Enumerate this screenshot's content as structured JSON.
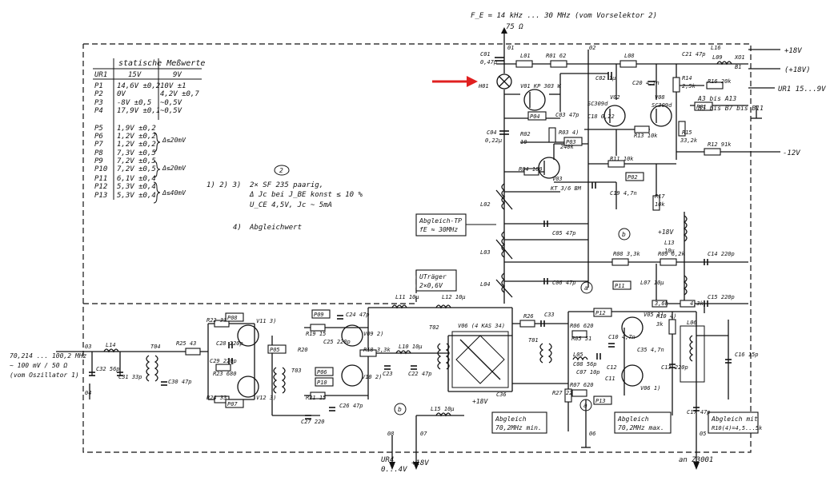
{
  "top_input": {
    "line1": "F_E = 14 kHz ... 30 MHz (vom Vorselektor 2)",
    "line2": "75 Ω"
  },
  "measure_table": {
    "title": "statische Meßwerte",
    "headers": [
      "UR1",
      "15V",
      "9V"
    ],
    "rows": [
      [
        "P1",
        "14,6V ±0,2",
        "10V ±1"
      ],
      [
        "P2",
        "0V",
        "4,2V ±0,7"
      ],
      [
        "P3",
        "-8V ±0,5",
        "~0,5V"
      ],
      [
        "P4",
        "17,9V ±0,1",
        "~0,5V"
      ],
      [
        "P5",
        "1,9V ±0,2",
        ""
      ],
      [
        "P6",
        "1,2V ±0,2",
        ""
      ],
      [
        "P7",
        "1,2V ±0,2",
        ""
      ],
      [
        "P8",
        "7,3V ±0,5",
        ""
      ],
      [
        "P9",
        "7,2V ±0,5",
        ""
      ],
      [
        "P10",
        "7,2V ±0,5",
        ""
      ],
      [
        "P11",
        "6,1V ±0,4",
        ""
      ],
      [
        "P12",
        "5,3V ±0,4",
        ""
      ],
      [
        "P13",
        "5,3V ±0,4",
        ""
      ]
    ],
    "brace1": "Δ≤20mV",
    "brace2": "Δ≤20mV",
    "brace3": "Δ≤40mV"
  },
  "notes": {
    "marker": "2",
    "refs": "1) 2) 3)",
    "line1": "2× SF 235 paarig,",
    "line2": "Δ Jc bei J_BE konst ≤ 10 %",
    "line3": "U_CE 4,5V, Jc ~ 5mA",
    "note4_ref": "4)",
    "note4": "Abgleichwert"
  },
  "right_io": [
    {
      "label": "+18V"
    },
    {
      "label": "(+18V)"
    },
    {
      "label": "UR1 15...9V"
    },
    {
      "label": "A3 bis A13"
    },
    {
      "label": "B3 bis B7 bis B11"
    },
    {
      "label": "-12V"
    }
  ],
  "left_input": {
    "line1": "70,214 ... 100,2 MHz",
    "line2": "~ 100 mV / 50 Ω",
    "line3": "(vom Oszillator 1)"
  },
  "bottom_io": [
    {
      "label": "UR4"
    },
    {
      "label": "0...4V"
    },
    {
      "label": "+18V"
    },
    {
      "label": "an Z3001"
    }
  ],
  "boxes": {
    "abgleich_tp": "Abgleich-TP",
    "abgleich_tp_f": "fE ≈ 30MHz",
    "utraeger": "UTräger",
    "utraeger_v": "2×0,6V",
    "abgleich_min": "Abgleich",
    "abgleich_min_f": "70,2MHz min.",
    "abgleich_max": "Abgleich",
    "abgleich_max_f": "70,2MHz max.",
    "abgleich_mit": "Abgleich mit",
    "abgleich_mit_f": "R10(4)=4,5...5k"
  },
  "test_points": [
    "P01",
    "P02",
    "P03",
    "P04",
    "P05",
    "P06",
    "P07",
    "P08",
    "P09",
    "P10",
    "P11",
    "P12",
    "P13"
  ],
  "components": {
    "C01": "C01",
    "C01v": "0,47μ",
    "L01": "L01",
    "R01": "R01 62",
    "H01": "H01",
    "V01": "V01 KP 303 W",
    "C02": "C02 1μ",
    "C03": "C03 47p",
    "C04": "C04",
    "C04v": "0,22μ",
    "R02": "R02",
    "R02v": "10",
    "R03": "R03 4)",
    "R03v": "240k",
    "V02": "V02",
    "V02v": "SC309d",
    "C18": "C18 0,22",
    "L08": "L08",
    "C20": "C20 4,7n",
    "R14": "R14",
    "R14v": "2,5k",
    "V08": "V08",
    "V08v": "SC309d",
    "R13": "R13 10k",
    "R15": "R15",
    "R15v": "33,2k",
    "C21": "C21 47p",
    "L09": "L09",
    "L16": "L16",
    "R16": "R16 20k",
    "XO1": "XO1",
    "B1": "B1",
    "R12": "R12 91k",
    "R04": "R04 100",
    "V03": "V03",
    "V03v": "KT 3/6 BM",
    "R11": "R11 10k",
    "C19": "C19 4,7n",
    "R17": "R17",
    "R17v": "10k",
    "L02": "L02",
    "L03": "L03",
    "L04": "L04",
    "C05": "C05 47p",
    "C06": "C06 47p",
    "R08": "R08 3,3k",
    "R09": "R09 6,2k",
    "L13": "L13",
    "L13v": "10μ",
    "C14": "C14 220p",
    "L07": "L07 10μ",
    "R07": "3,6k",
    "R06": "4,3k",
    "C15": "C15 220p",
    "L11": "L11 10μ",
    "L12": "L12 10μ",
    "C24": "C24 47p",
    "V09": "V09 2)",
    "R19": "R19 15",
    "C25": "C25 220p",
    "R18": "R18 3,3k",
    "L10": "L10 10μ",
    "C23": "C23",
    "C22": "C22 47p",
    "T02": "T02",
    "V06": "V06 (4 KAS 34)",
    "R26": "R26",
    "C33": "C33",
    "T01": "T01",
    "C36": "C36",
    "R22": "R22 33",
    "V11": "V11 3)",
    "R25": "R25 43",
    "C28": "C28 220p",
    "C29": "C29 220p",
    "R23": "R23 680",
    "V12": "V12 3)",
    "R24": "R24 33",
    "R20": "R20",
    "R21": "R21 15",
    "V10": "V10 2)",
    "C26": "C26 47p",
    "C27": "C27 220",
    "T03": "T03",
    "T04": "T04",
    "L14": "L14",
    "C32": "C32 56p",
    "C31": "C31 33p",
    "C30": "C30 47p",
    "L15": "L15 10μ",
    "V05": "V05 1)",
    "R06b": "R06 620",
    "R05": "R05 51",
    "C10": "C10 4,7n",
    "L05": "L05",
    "C08": "C08 56p",
    "C07": "C07 10p",
    "C12": "C12",
    "C11": "C11",
    "C35": "C35 4,7n",
    "V06b": "V06 1)",
    "R27": "R27 22",
    "R07b": "R07 620",
    "R10": "R10 4)",
    "R10v": "3k",
    "C13": "C13 220p",
    "L06": "L06",
    "C16": "C16 15p",
    "C17": "C17 47p"
  },
  "nodes": {
    "n01": "01",
    "n02": "02",
    "n03": "03",
    "n04": "04",
    "n05": "05",
    "n06": "06",
    "n07": "07",
    "n08": "08",
    "a": "a",
    "b": "b",
    "plus18": "+18V"
  },
  "arrow_color": "#e02020"
}
